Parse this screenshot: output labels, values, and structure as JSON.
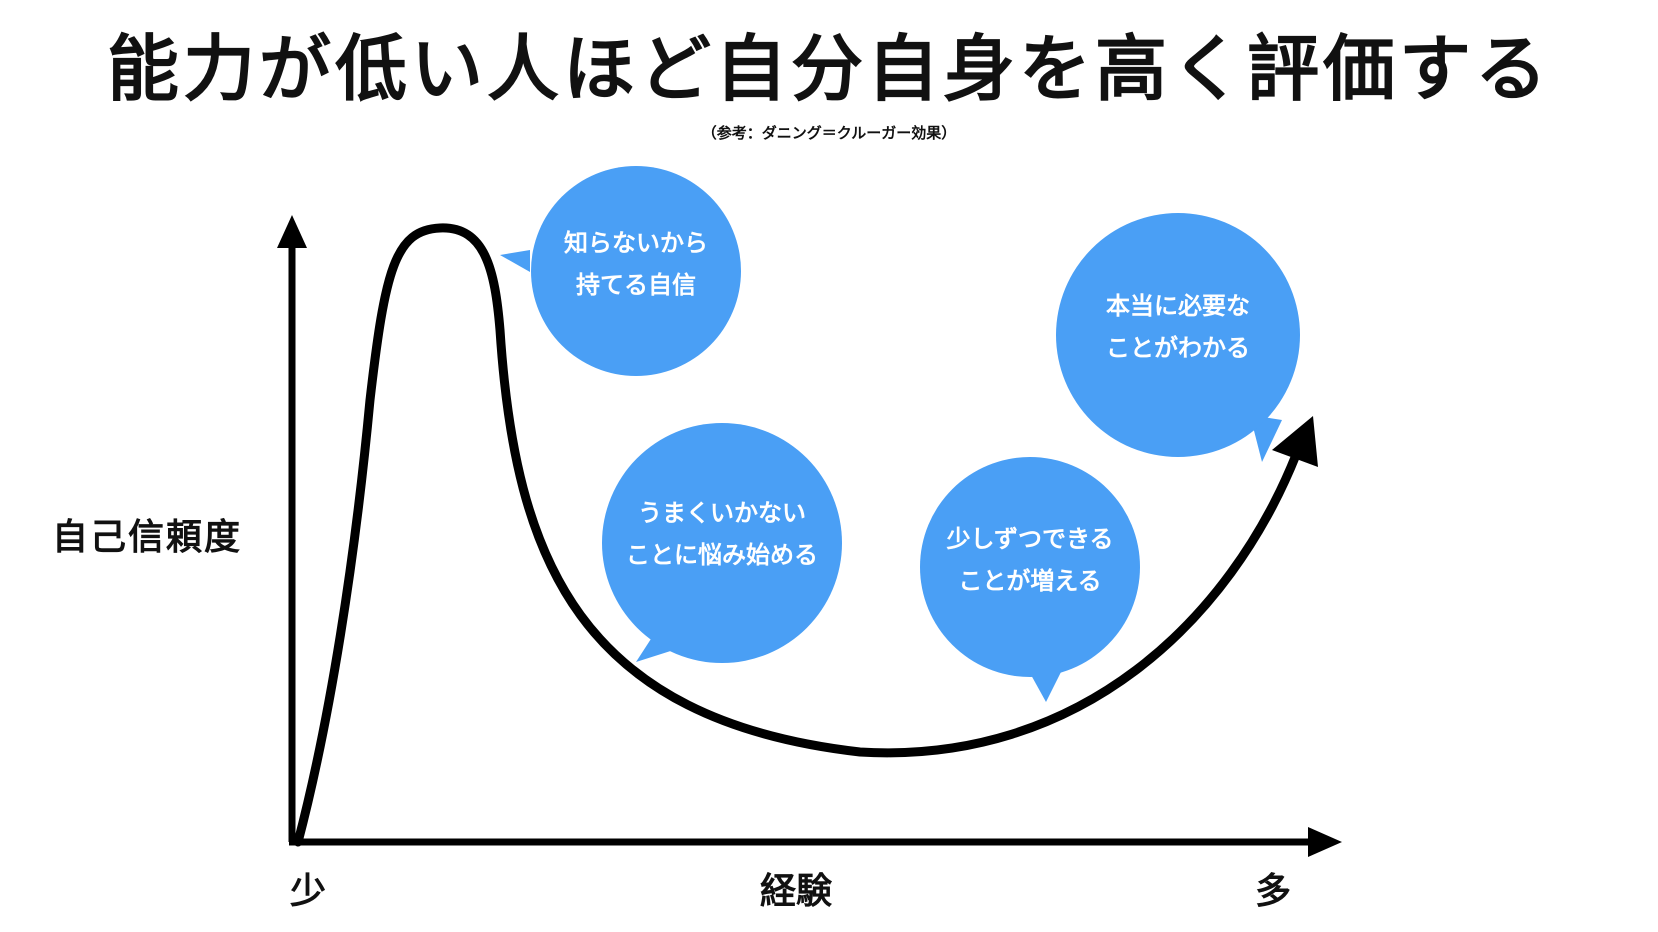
{
  "title": "能力が低い人ほど自分自身を高く評価する",
  "subtitle": "（参考：ダニング＝クルーガー効果）",
  "axes": {
    "y_label": "自己信頼度",
    "x_label": "経験",
    "x_min_label": "少",
    "x_max_label": "多"
  },
  "bubbles": [
    {
      "line1": "知らないから",
      "line2": "持てる自信"
    },
    {
      "line1": "うまくいかない",
      "line2": "ことに悩み始める"
    },
    {
      "line1": "少しずつできる",
      "line2": "ことが増える"
    },
    {
      "line1": "本当に必要な",
      "line2": "ことがわかる"
    }
  ],
  "colors": {
    "bubble": "#4a9ff5",
    "line": "#000000",
    "text": "#111111"
  }
}
